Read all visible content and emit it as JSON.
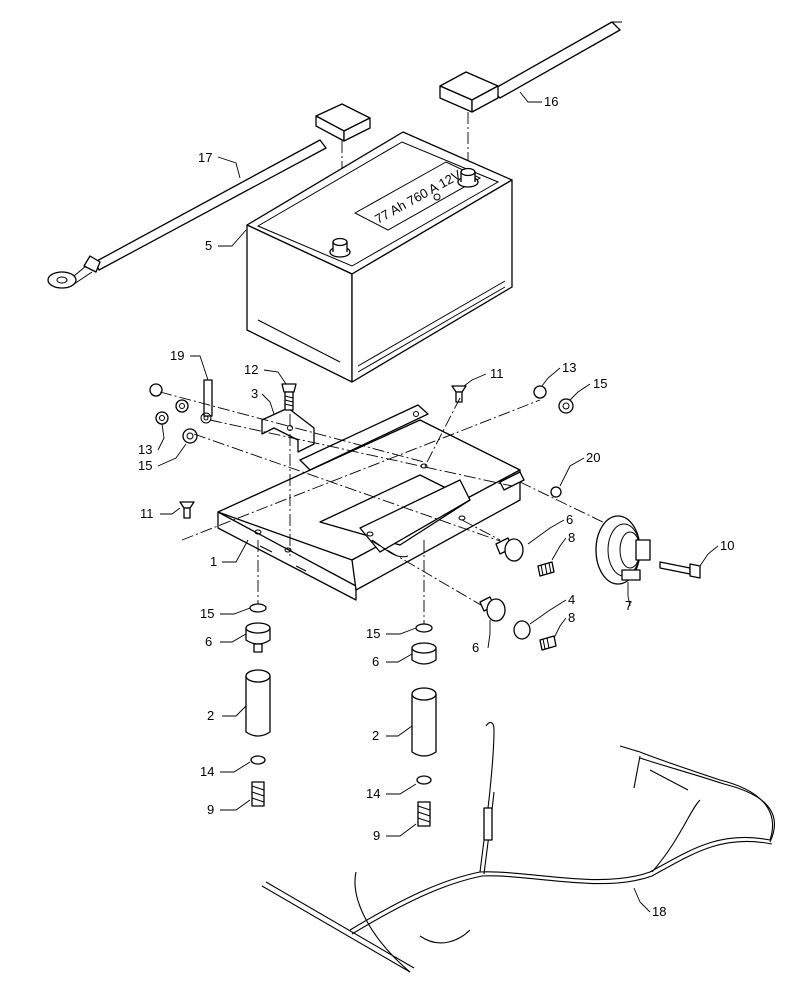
{
  "diagram": {
    "battery_label": "77 Ah 760 A 12V",
    "callouts": [
      {
        "id": "c17",
        "text": "17"
      },
      {
        "id": "c16",
        "text": "16"
      },
      {
        "id": "c5",
        "text": "5"
      },
      {
        "id": "c19",
        "text": "19"
      },
      {
        "id": "c12",
        "text": "12"
      },
      {
        "id": "c3",
        "text": "3"
      },
      {
        "id": "c11a",
        "text": "11"
      },
      {
        "id": "c13a",
        "text": "13"
      },
      {
        "id": "c15a",
        "text": "15"
      },
      {
        "id": "c13b",
        "text": "13"
      },
      {
        "id": "c15b",
        "text": "15"
      },
      {
        "id": "c20",
        "text": "20"
      },
      {
        "id": "c11b",
        "text": "11"
      },
      {
        "id": "c6a",
        "text": "6"
      },
      {
        "id": "c8a",
        "text": "8"
      },
      {
        "id": "c10",
        "text": "10"
      },
      {
        "id": "c1",
        "text": "1"
      },
      {
        "id": "c7",
        "text": "7"
      },
      {
        "id": "c15c",
        "text": "15"
      },
      {
        "id": "c6b",
        "text": "6"
      },
      {
        "id": "c4",
        "text": "4"
      },
      {
        "id": "c8b",
        "text": "8"
      },
      {
        "id": "c15d",
        "text": "15"
      },
      {
        "id": "c6c",
        "text": "6"
      },
      {
        "id": "c6d",
        "text": "6"
      },
      {
        "id": "c2a",
        "text": "2"
      },
      {
        "id": "c2b",
        "text": "2"
      },
      {
        "id": "c14a",
        "text": "14"
      },
      {
        "id": "c9a",
        "text": "9"
      },
      {
        "id": "c14b",
        "text": "14"
      },
      {
        "id": "c9b",
        "text": "9"
      },
      {
        "id": "c18",
        "text": "18"
      }
    ]
  }
}
